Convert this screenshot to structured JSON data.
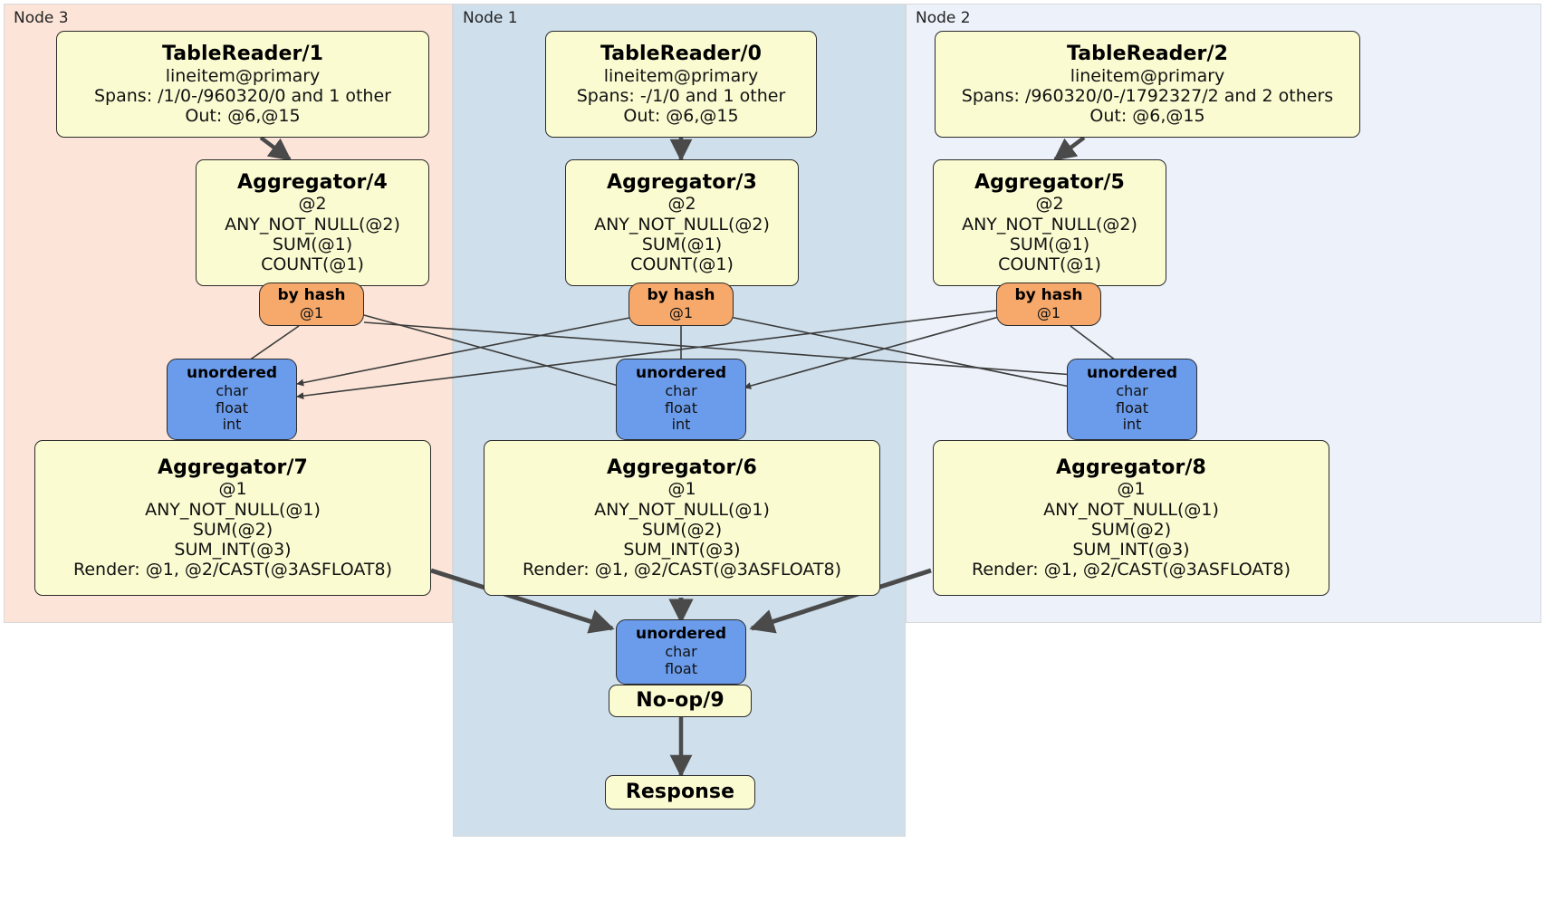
{
  "diagram": {
    "type": "distributed-query-plan",
    "panels": [
      {
        "id": "node3",
        "label": "Node 3",
        "color": "#fce5d8"
      },
      {
        "id": "node1",
        "label": "Node 1",
        "color": "#cfe0ec"
      },
      {
        "id": "node2",
        "label": "Node 2",
        "color": "#ecf1fa"
      }
    ],
    "boxes": {
      "tablereader_1": {
        "title": "TableReader/1",
        "lines": [
          "lineitem@primary",
          "Spans: /1/0-/960320/0 and 1 other",
          "Out: @6,@15"
        ]
      },
      "tablereader_0": {
        "title": "TableReader/0",
        "lines": [
          "lineitem@primary",
          "Spans: -/1/0 and 1 other",
          "Out: @6,@15"
        ]
      },
      "tablereader_2": {
        "title": "TableReader/2",
        "lines": [
          "lineitem@primary",
          "Spans: /960320/0-/1792327/2 and 2 others",
          "Out: @6,@15"
        ]
      },
      "aggregator_4": {
        "title": "Aggregator/4",
        "lines": [
          "@2",
          "ANY_NOT_NULL(@2)",
          "SUM(@1)",
          "COUNT(@1)"
        ]
      },
      "aggregator_3": {
        "title": "Aggregator/3",
        "lines": [
          "@2",
          "ANY_NOT_NULL(@2)",
          "SUM(@1)",
          "COUNT(@1)"
        ]
      },
      "aggregator_5": {
        "title": "Aggregator/5",
        "lines": [
          "@2",
          "ANY_NOT_NULL(@2)",
          "SUM(@1)",
          "COUNT(@1)"
        ]
      },
      "router_left": {
        "title": "by hash",
        "lines": [
          "@1"
        ]
      },
      "router_mid": {
        "title": "by hash",
        "lines": [
          "@1"
        ]
      },
      "router_right": {
        "title": "by hash",
        "lines": [
          "@1"
        ]
      },
      "receiver_left": {
        "title": "unordered",
        "lines": [
          "char",
          "float",
          "int"
        ]
      },
      "receiver_mid": {
        "title": "unordered",
        "lines": [
          "char",
          "float",
          "int"
        ]
      },
      "receiver_right": {
        "title": "unordered",
        "lines": [
          "char",
          "float",
          "int"
        ]
      },
      "aggregator_7": {
        "title": "Aggregator/7",
        "lines": [
          "@1",
          "ANY_NOT_NULL(@1)",
          "SUM(@2)",
          "SUM_INT(@3)",
          "Render: @1, @2/CAST(@3ASFLOAT8)"
        ]
      },
      "aggregator_6": {
        "title": "Aggregator/6",
        "lines": [
          "@1",
          "ANY_NOT_NULL(@1)",
          "SUM(@2)",
          "SUM_INT(@3)",
          "Render: @1, @2/CAST(@3ASFLOAT8)"
        ]
      },
      "aggregator_8": {
        "title": "Aggregator/8",
        "lines": [
          "@1",
          "ANY_NOT_NULL(@1)",
          "SUM(@2)",
          "SUM_INT(@3)",
          "Render: @1, @2/CAST(@3ASFLOAT8)"
        ]
      },
      "receiver_final": {
        "title": "unordered",
        "lines": [
          "char",
          "float"
        ]
      },
      "noop_9": {
        "title": "No-op/9",
        "lines": []
      },
      "response": {
        "title": "Response",
        "lines": []
      }
    },
    "colors": {
      "processor_fill": "#fbfbd2",
      "router_fill": "#f6a96b",
      "receiver_fill": "#6b9ceb",
      "node3_fill": "#fce5d8",
      "node1_fill": "#cfe0ec",
      "node2_fill": "#ecf1fa",
      "edge_stroke": "#4a4a4a",
      "border": "#2b2b2b"
    }
  }
}
